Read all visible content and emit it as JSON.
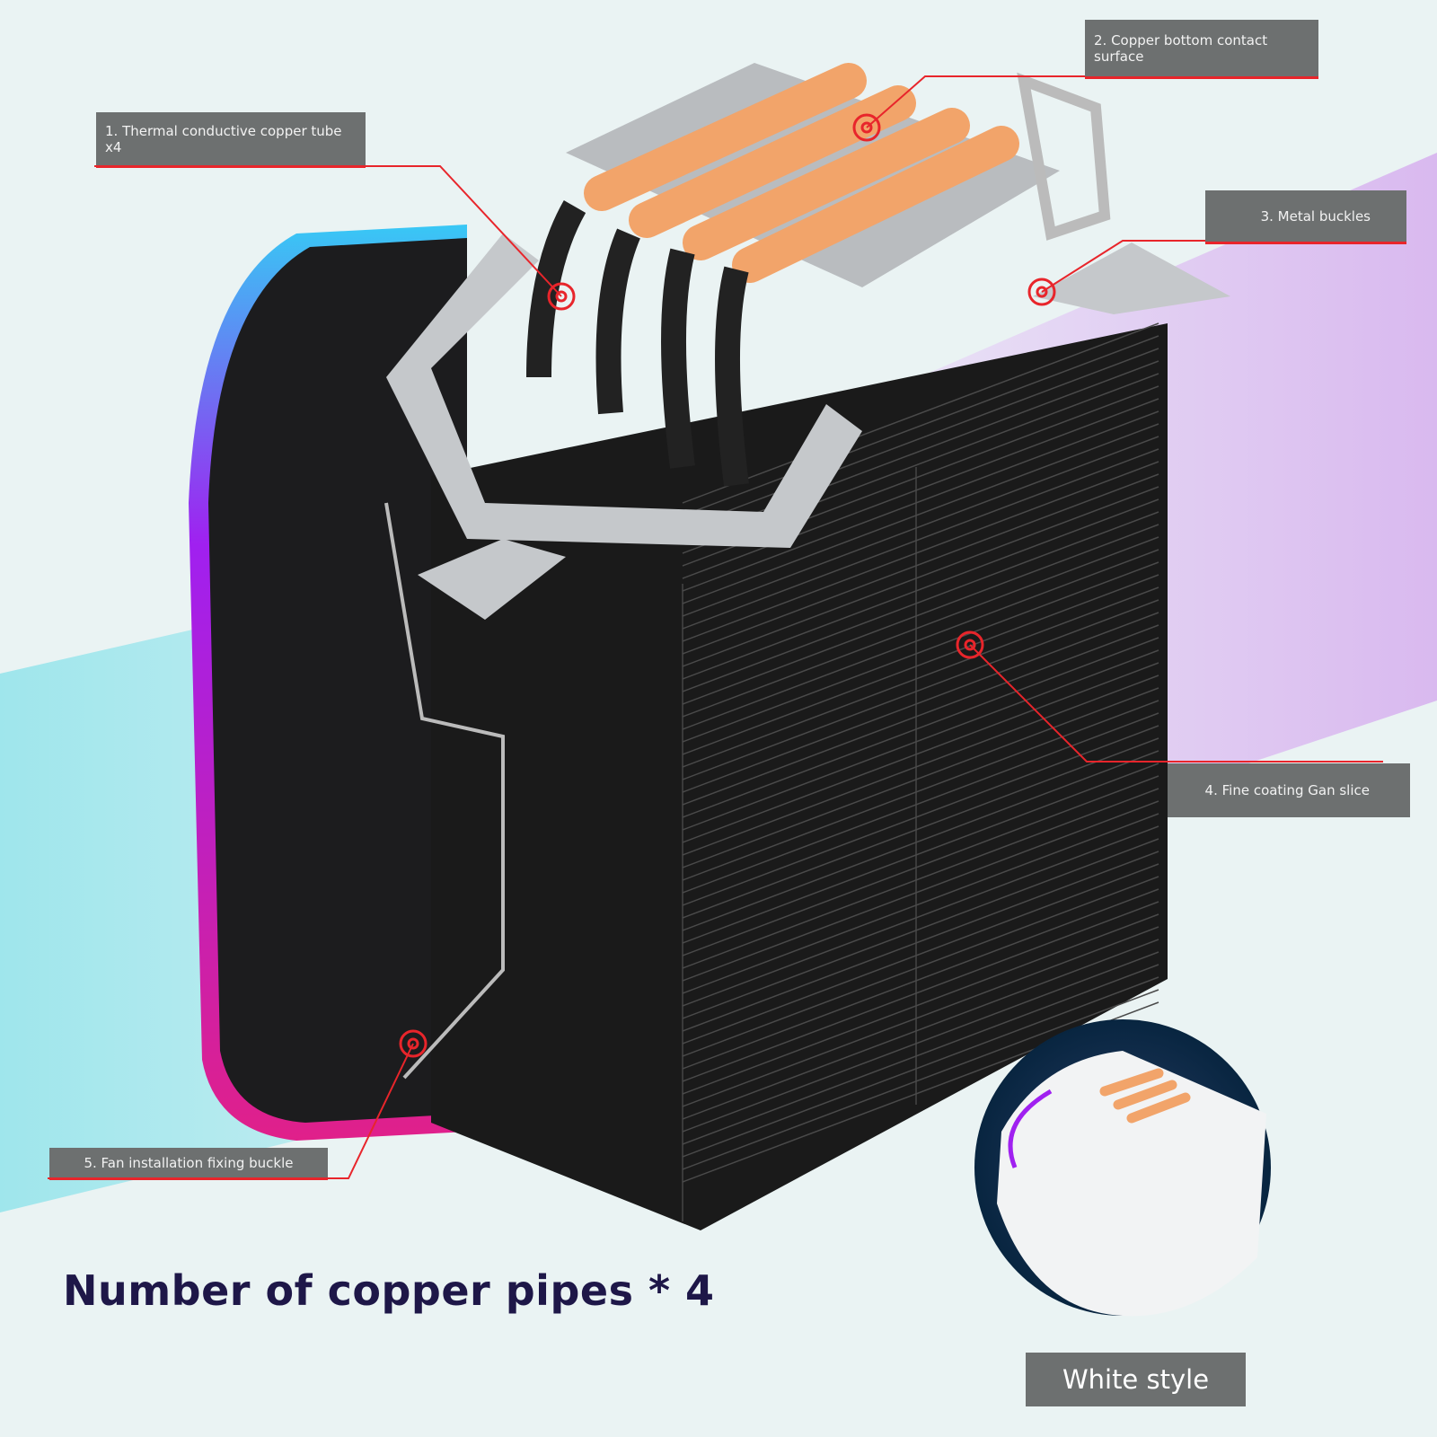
{
  "callouts": [
    {
      "text": "1. Thermal conductive copper tube x4"
    },
    {
      "text": "2. Copper bottom contact surface"
    },
    {
      "text": "3. Metal buckles"
    },
    {
      "text": "4. Fine coating Gan slice"
    },
    {
      "text": "5. Fan installation fixing buckle"
    }
  ],
  "headline": "Number of copper pipes * 4",
  "inset_label": "White style",
  "colors": {
    "callout_bg": "#6d7070",
    "callout_line": "#e8252b",
    "copper": "#f2a46a",
    "headline": "#1e1748"
  }
}
